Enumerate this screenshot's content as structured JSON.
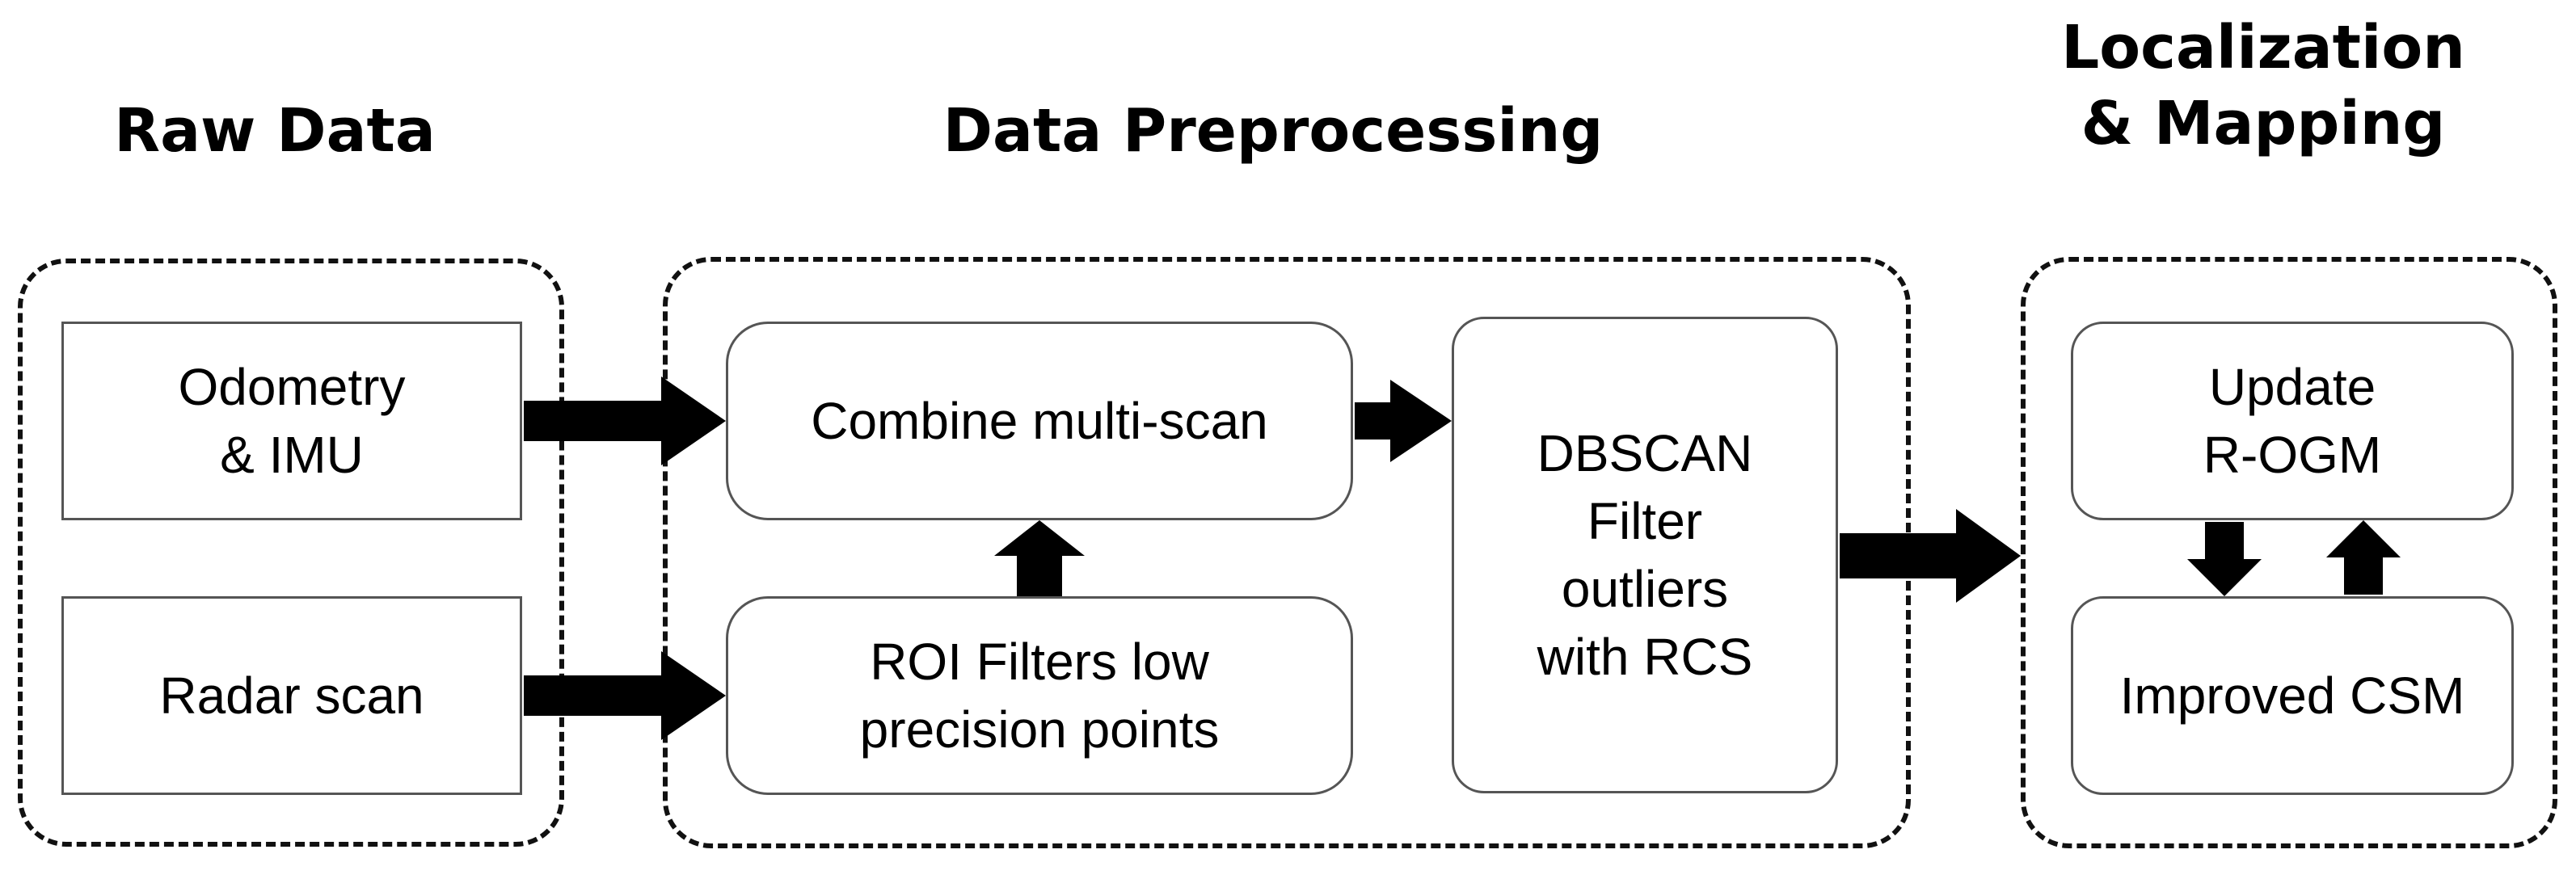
{
  "sections": {
    "raw_data": {
      "title": "Raw Data"
    },
    "preprocessing": {
      "title": "Data Preprocessing"
    },
    "localization": {
      "title": "Localization\n& Mapping"
    }
  },
  "boxes": {
    "odometry": "Odometry\n& IMU",
    "radar_scan": "Radar scan",
    "combine_multiscan": "Combine multi-scan",
    "roi_filters": "ROI Filters low\nprecision points",
    "dbscan": "DBSCAN\nFilter\noutliers\nwith RCS",
    "update_rogm": "Update\nR-OGM",
    "improved_csm": "Improved CSM"
  },
  "colors": {
    "stroke": "#111111",
    "box_border": "#555555",
    "background": "#ffffff"
  }
}
